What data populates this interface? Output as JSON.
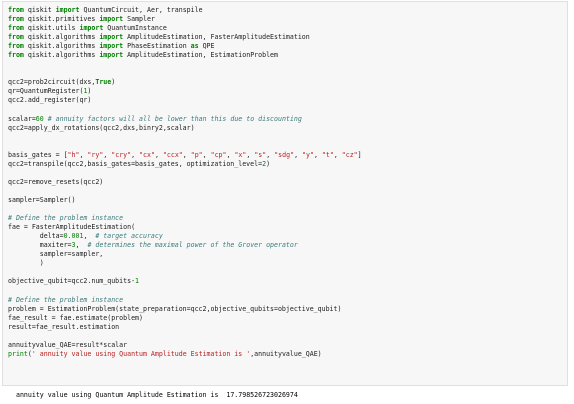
{
  "cell": {
    "lines": [
      "from qiskit import QuantumCircuit, Aer, transpile",
      "from qiskit.primitives import Sampler",
      "from qiskit.utils import QuantumInstance",
      "from qiskit.algorithms import AmplitudeEstimation, FasterAmplitudeEstimation",
      "from qiskit.algorithms import PhaseEstimation as QPE",
      "from qiskit.algorithms import AmplitudeEstimation, EstimationProblem",
      "",
      "",
      "qcc2=prob2circuit(dxs,True)",
      "qr=QuantumRegister(1)",
      "qcc2.add_register(qr)",
      "",
      "scalar=60 # annuity factors will all be lower than this due to discounting",
      "qcc2=apply_dx_rotations(qcc2,dxs,binry2,scalar)",
      "",
      "",
      "basis_gates = [\"h\", \"ry\", \"cry\", \"cx\", \"ccx\", \"p\", \"cp\", \"x\", \"s\", \"sdg\", \"y\", \"t\", \"cz\"]",
      "qcc2=transpile(qcc2,basis_gates=basis_gates, optimization_level=2)",
      "",
      "qcc2=remove_resets(qcc2)",
      "",
      "sampler=Sampler()",
      "",
      "# Define the problem instance",
      "fae = FasterAmplitudeEstimation(",
      "        delta=0.001,  # target accuracy",
      "        maxiter=3,  # determines the maximal power of the Grover operator",
      "        sampler=sampler,",
      "        )",
      "",
      "objective_qubit=qcc2.num_qubits-1",
      "",
      "# Define the problem instance",
      "problem = EstimationProblem(state_preparation=qcc2,objective_qubits=objective_qubit)",
      "fae_result = fae.estimate(problem)",
      "result=fae_result.estimation",
      "",
      "annuityvalue_QAE=result*scalar",
      "print(' annuity value using Quantum Amplitude Estimation is ',annuityvalue_QAE)"
    ]
  },
  "output": {
    "text": " annuity value using Quantum Amplitude Estimation is  17.798526723026974"
  },
  "colors": {
    "keyword": "#008000",
    "comment": "#3d7b7b",
    "string": "#ba2121",
    "number": "#008000",
    "cell_background": "#f7f7f7"
  }
}
